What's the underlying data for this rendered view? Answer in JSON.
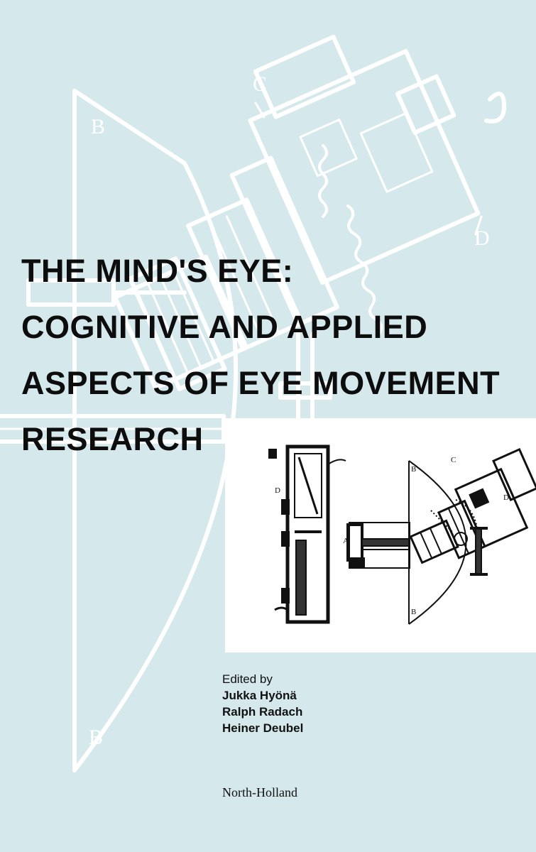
{
  "book": {
    "title_lines": [
      "THE MIND'S EYE:",
      "COGNITIVE AND APPLIED",
      "ASPECTS OF EYE MOVEMENT",
      "RESEARCH"
    ],
    "edited_by_label": "Edited by",
    "editors": [
      "Jukka Hyönä",
      "Ralph Radach",
      "Heiner Deubel"
    ],
    "publisher": "North-Holland"
  },
  "illustration_labels": {
    "background": [
      "B",
      "C",
      "D",
      "B"
    ],
    "inset": [
      "D",
      "A",
      "B",
      "C",
      "D",
      "B"
    ]
  },
  "colors": {
    "background": "#d5e8ec",
    "line_art": "#ffffff",
    "inset_panel": "#ffffff",
    "text": "#0d0d0d"
  }
}
